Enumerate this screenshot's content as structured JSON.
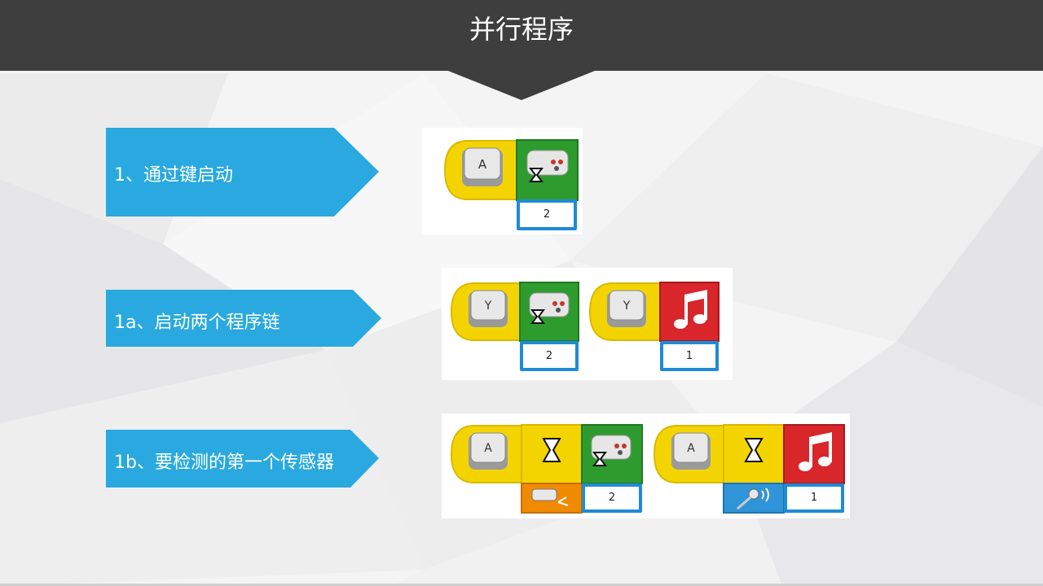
{
  "header": {
    "title": "并行程序"
  },
  "rows": [
    {
      "label": "1、通过键启动",
      "values": [
        "2"
      ]
    },
    {
      "label": "1a、启动两个程序链",
      "values": [
        "2",
        "1"
      ]
    },
    {
      "label": "1b、要检测的第一个传感器",
      "values": [
        "2",
        "1"
      ]
    }
  ],
  "keys": {
    "a": "A",
    "y": "Y"
  },
  "colors": {
    "header": "#3e3e3e",
    "label_fill": "#29a9df",
    "start_block": "#f4d400",
    "motor_block": "#2e9b2e",
    "sound_block": "#d8262b",
    "wait_block": "#f4d400",
    "tilt_sensor": "#f08a00",
    "sound_sensor": "#2f94d8",
    "value_frame": "#1e8bd6"
  }
}
